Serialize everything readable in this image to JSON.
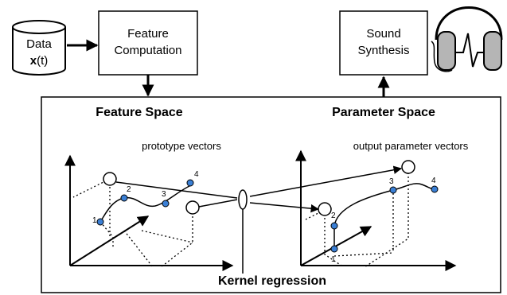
{
  "data_store": {
    "line1": "Data",
    "line2_bold": "x",
    "line2_rest": "(t)"
  },
  "feature_computation": {
    "line1": "Feature",
    "line2": "Computation"
  },
  "sound_synthesis": {
    "line1": "Sound",
    "line2": "Synthesis"
  },
  "feature_space": {
    "title": "Feature Space",
    "caption": "prototype vectors",
    "point_labels": [
      "1",
      "2",
      "3",
      "4"
    ]
  },
  "parameter_space": {
    "title": "Parameter Space",
    "caption": "output parameter vectors",
    "point_labels": [
      "1",
      "2",
      "3",
      "4"
    ]
  },
  "kernel_label": "Kernel regression",
  "colors": {
    "point_fill": "#3a7fd5",
    "stroke": "#000000",
    "headphone_cup": "#b5b5b5"
  },
  "icons": {
    "headphones": "headphones-icon",
    "database": "database-icon"
  }
}
